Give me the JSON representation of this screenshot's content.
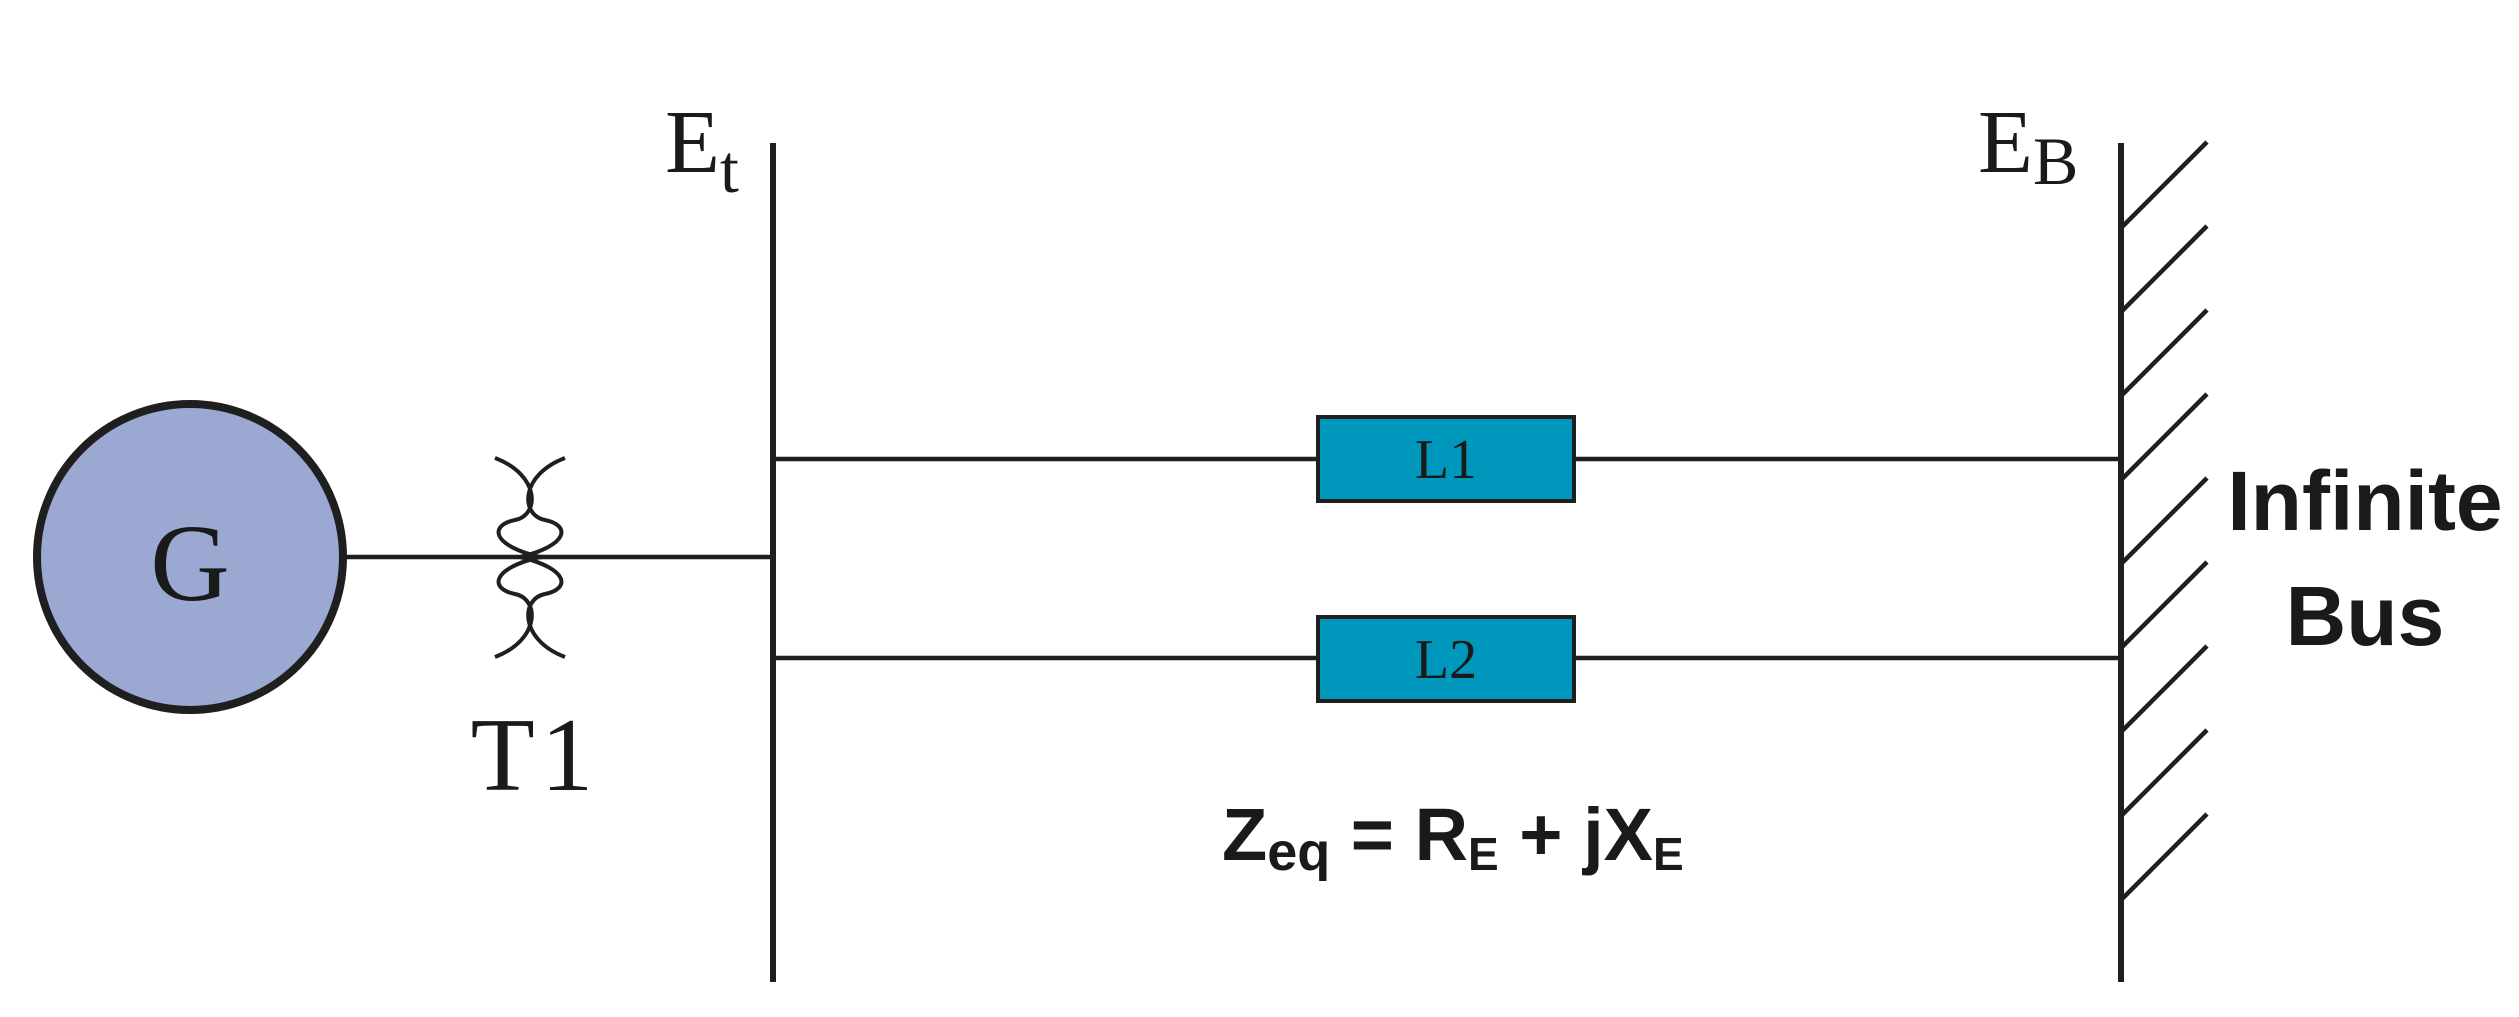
{
  "generator": {
    "label": "G",
    "fill_color": "#9aa8d2"
  },
  "transformer": {
    "label": "T1"
  },
  "terminal_bus": {
    "label_main": "E",
    "label_sub": "t"
  },
  "infinite_bus": {
    "label_main": "E",
    "label_sub": "B",
    "caption_line1": "Infinite",
    "caption_line2": "Bus"
  },
  "lines": [
    {
      "label": "L1",
      "fill_color": "#0097bd"
    },
    {
      "label": "L2",
      "fill_color": "#0097bd"
    }
  ],
  "impedance": {
    "z": "Z",
    "z_sub": "eq",
    "eq": " = ",
    "r": "R",
    "r_sub": "E",
    "plus": " + ",
    "jx": "jX",
    "x_sub": "E"
  }
}
